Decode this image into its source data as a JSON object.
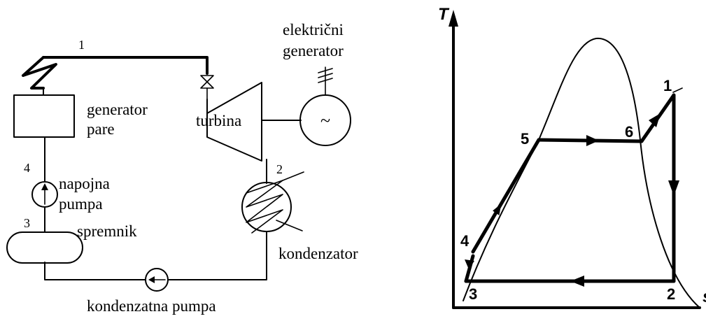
{
  "rankine_scheme": {
    "labels": {
      "steam_generator": [
        "generator",
        "pare"
      ],
      "turbine": "turbina",
      "electric_generator": [
        "električni",
        "generator"
      ],
      "feed_pump": [
        "napojna",
        "pumpa"
      ],
      "tank": "spremnik",
      "condenser": "kondenzator",
      "condensate_pump": "kondenzatna pumpa"
    },
    "state_points": {
      "p1": "1",
      "p2": "2",
      "p3": "3",
      "p4": "4"
    },
    "generator_symbol": "~"
  },
  "ts_diagram": {
    "axis_y": "T",
    "axis_x": "s",
    "points": {
      "p1": "1",
      "p2": "2",
      "p3": "3",
      "p4": "4",
      "p5": "5",
      "p6": "6"
    }
  }
}
